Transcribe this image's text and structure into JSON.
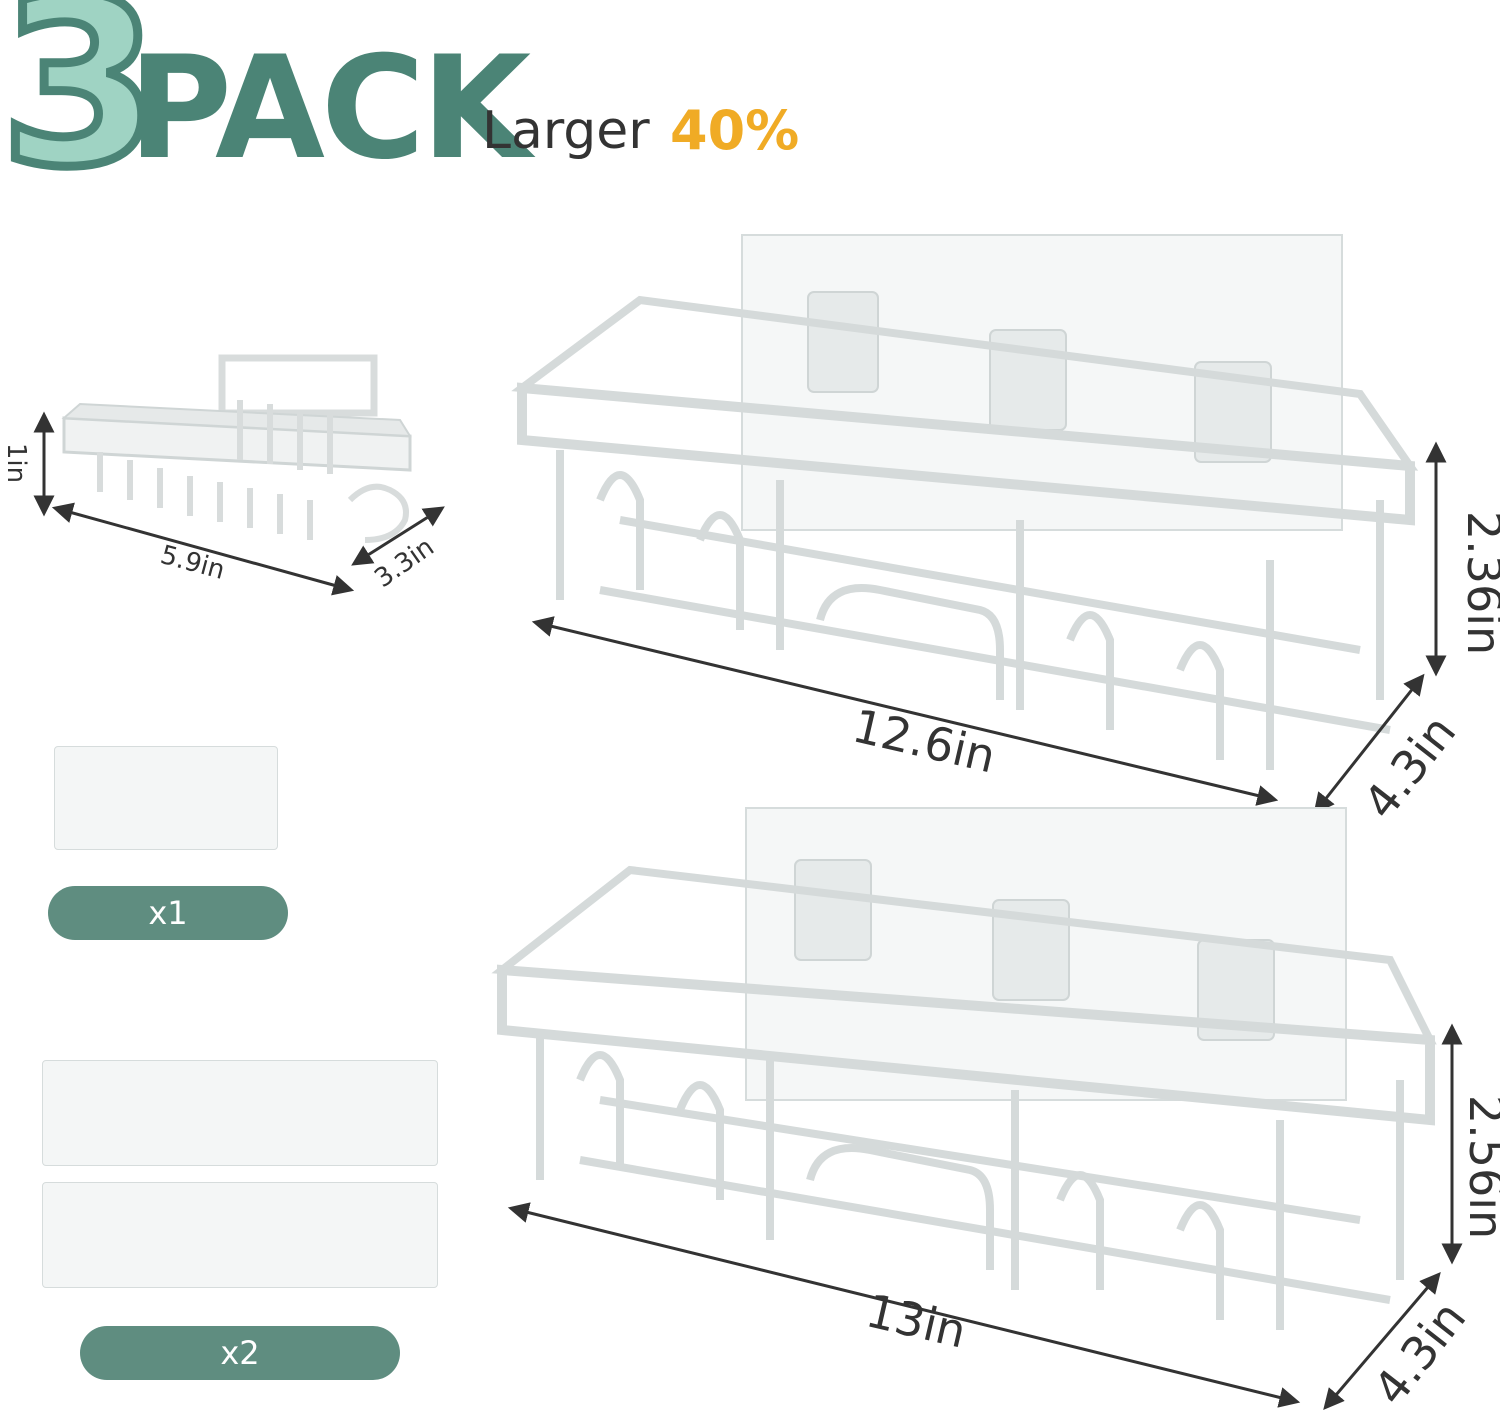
{
  "header": {
    "number": "3",
    "pack": "PACK",
    "larger": "Larger",
    "percent": "40%"
  },
  "soap_dish": {
    "height": "1in",
    "width": "5.9in",
    "depth": "3.3in"
  },
  "basket_small": {
    "width": "12.6in",
    "height": "2.36in",
    "depth": "4.3in"
  },
  "basket_large": {
    "width": "13in",
    "height": "2.56in",
    "depth": "4.3in"
  },
  "accessories": {
    "count_single": "x1",
    "count_double": "x2"
  },
  "colors": {
    "teal": "#4b8476",
    "teal_light": "#9fd3c3",
    "pill": "#5f8d80",
    "orange": "#f0ab25"
  }
}
